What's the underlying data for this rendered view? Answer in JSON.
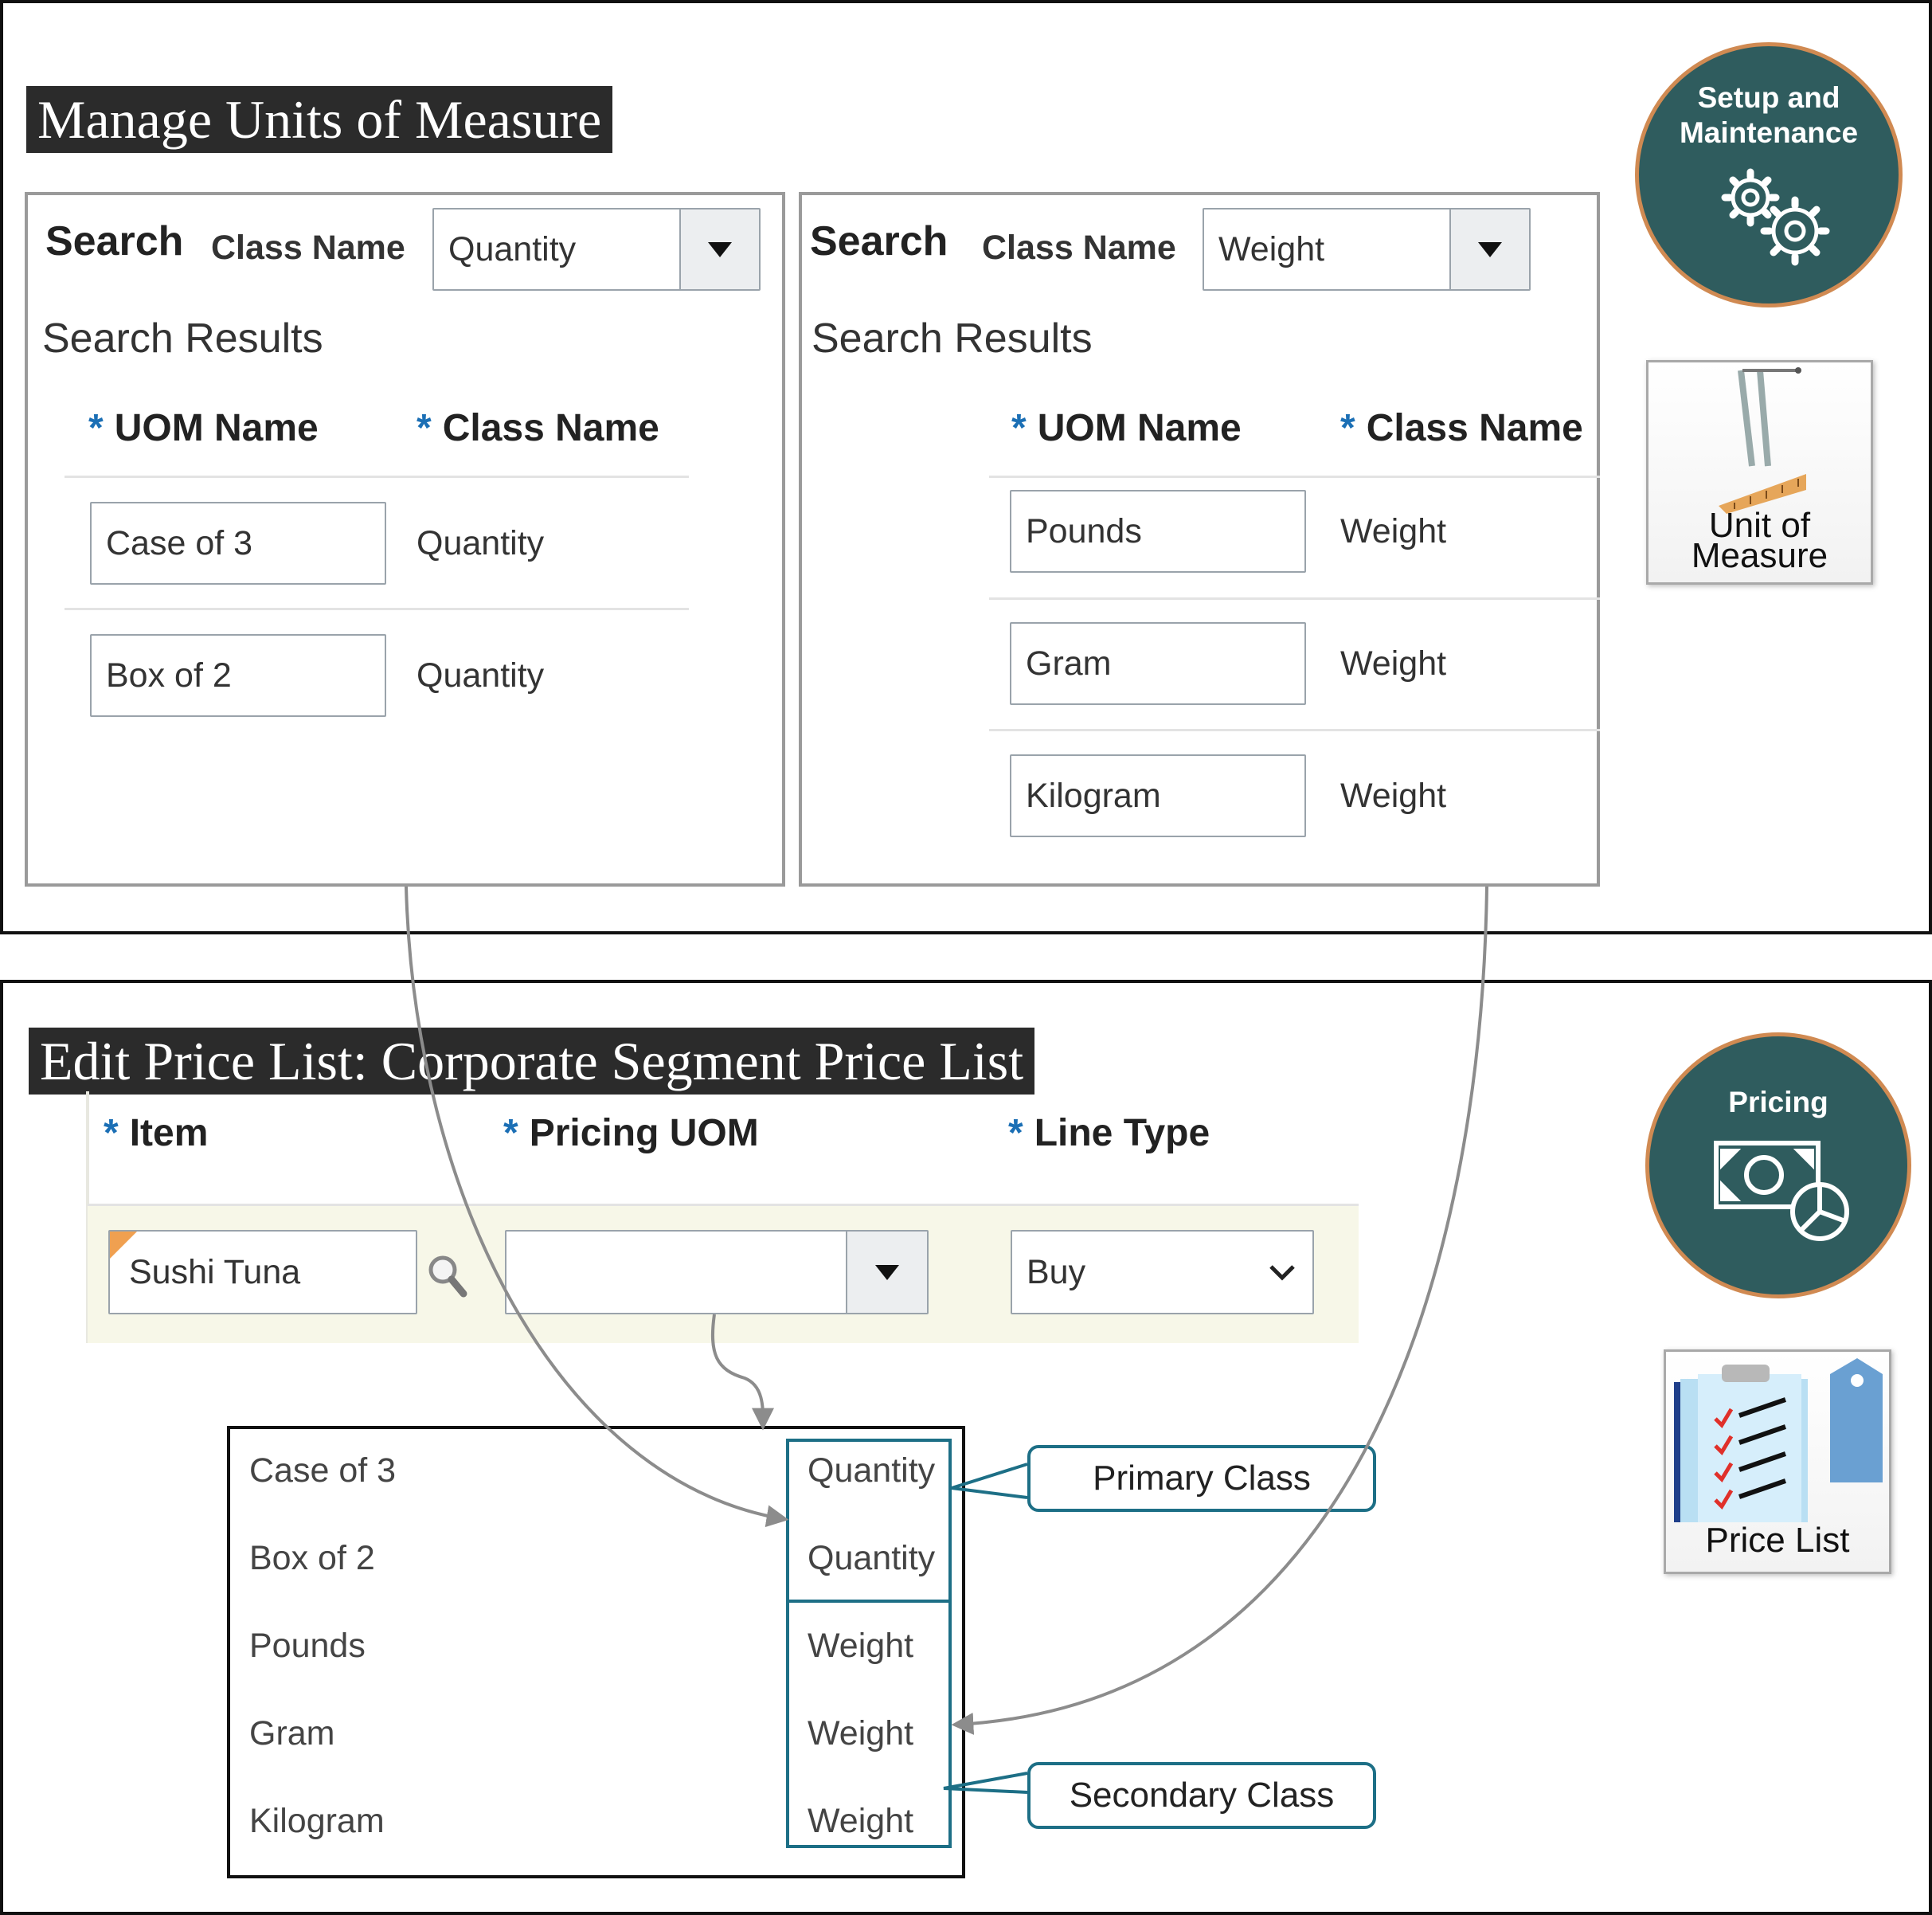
{
  "uom_section": {
    "title": "Manage Units of Measure",
    "left_panel": {
      "search_label": "Search",
      "class_name_label": "Class Name",
      "class_name_value": "Quantity",
      "results_label": "Search Results",
      "col_uom": "UOM Name",
      "col_class": "Class Name",
      "required_mark": "*",
      "rows": [
        {
          "uom": "Case of 3",
          "class": "Quantity"
        },
        {
          "uom": "Box of 2",
          "class": "Quantity"
        }
      ]
    },
    "right_panel": {
      "search_label": "Search",
      "class_name_label": "Class Name",
      "class_name_value": "Weight",
      "results_label": "Search Results",
      "col_uom": "UOM Name",
      "col_class": "Class Name",
      "required_mark": "*",
      "rows": [
        {
          "uom": "Pounds",
          "class": "Weight"
        },
        {
          "uom": "Gram",
          "class": "Weight"
        },
        {
          "uom": "Kilogram",
          "class": "Weight"
        }
      ]
    },
    "badge": {
      "line1": "Setup and",
      "line2": "Maintenance",
      "icon": "gears-icon"
    },
    "tile": {
      "line1": "Unit of",
      "line2": "Measure",
      "icon": "measuring-tape-icon"
    }
  },
  "price_section": {
    "title": "Edit Price List: Corporate Segment Price List",
    "col_item": "Item",
    "col_pricing_uom": "Pricing UOM",
    "col_line_type": "Line Type",
    "required_mark": "*",
    "item_value": "Sushi Tuna",
    "pricing_uom_value": "",
    "line_type_value": "Buy",
    "dropdown_list": [
      {
        "uom": "Case of 3",
        "class": "Quantity"
      },
      {
        "uom": "Box of 2",
        "class": "Quantity"
      },
      {
        "uom": "Pounds",
        "class": "Weight"
      },
      {
        "uom": "Gram",
        "class": "Weight"
      },
      {
        "uom": "Kilogram",
        "class": "Weight"
      }
    ],
    "callouts": {
      "primary": "Primary Class",
      "secondary": "Secondary Class"
    },
    "badge": {
      "label": "Pricing",
      "icon": "money-chart-icon"
    },
    "tile": {
      "label": "Price List",
      "icon": "checklist-tag-icon"
    }
  },
  "colors": {
    "accent_teal": "#1d6f86",
    "badge_bg": "#2f5c5e",
    "badge_ring": "#d08a52",
    "required_star": "#1b6fb5"
  }
}
